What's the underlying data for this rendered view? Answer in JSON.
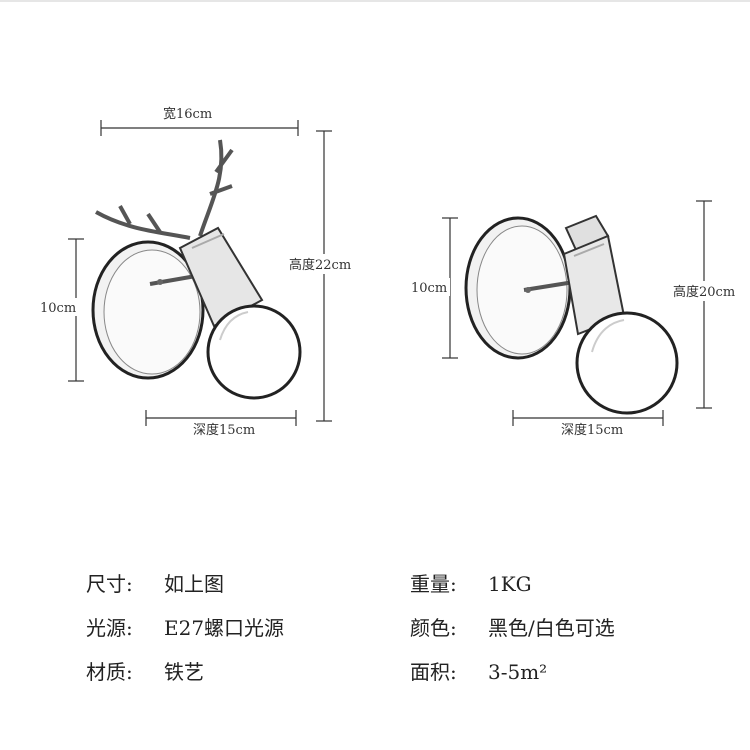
{
  "dimensions": {
    "left": {
      "width": "宽16cm",
      "height": "高度22cm",
      "plate": "10cm",
      "depth": "深度15cm"
    },
    "right": {
      "height": "高度20cm",
      "plate": "10cm",
      "depth": "深度15cm"
    }
  },
  "specs": {
    "size": {
      "key": "尺寸:",
      "value": "如上图"
    },
    "light": {
      "key": "光源:",
      "value": "E27螺口光源"
    },
    "material": {
      "key": "材质:",
      "value": "铁艺"
    },
    "weight": {
      "key": "重量:",
      "value": "1KG"
    },
    "color": {
      "key": "颜色:",
      "value": "黑色/白色可选"
    },
    "area": {
      "key": "面积:",
      "value": "3-5m²"
    }
  }
}
